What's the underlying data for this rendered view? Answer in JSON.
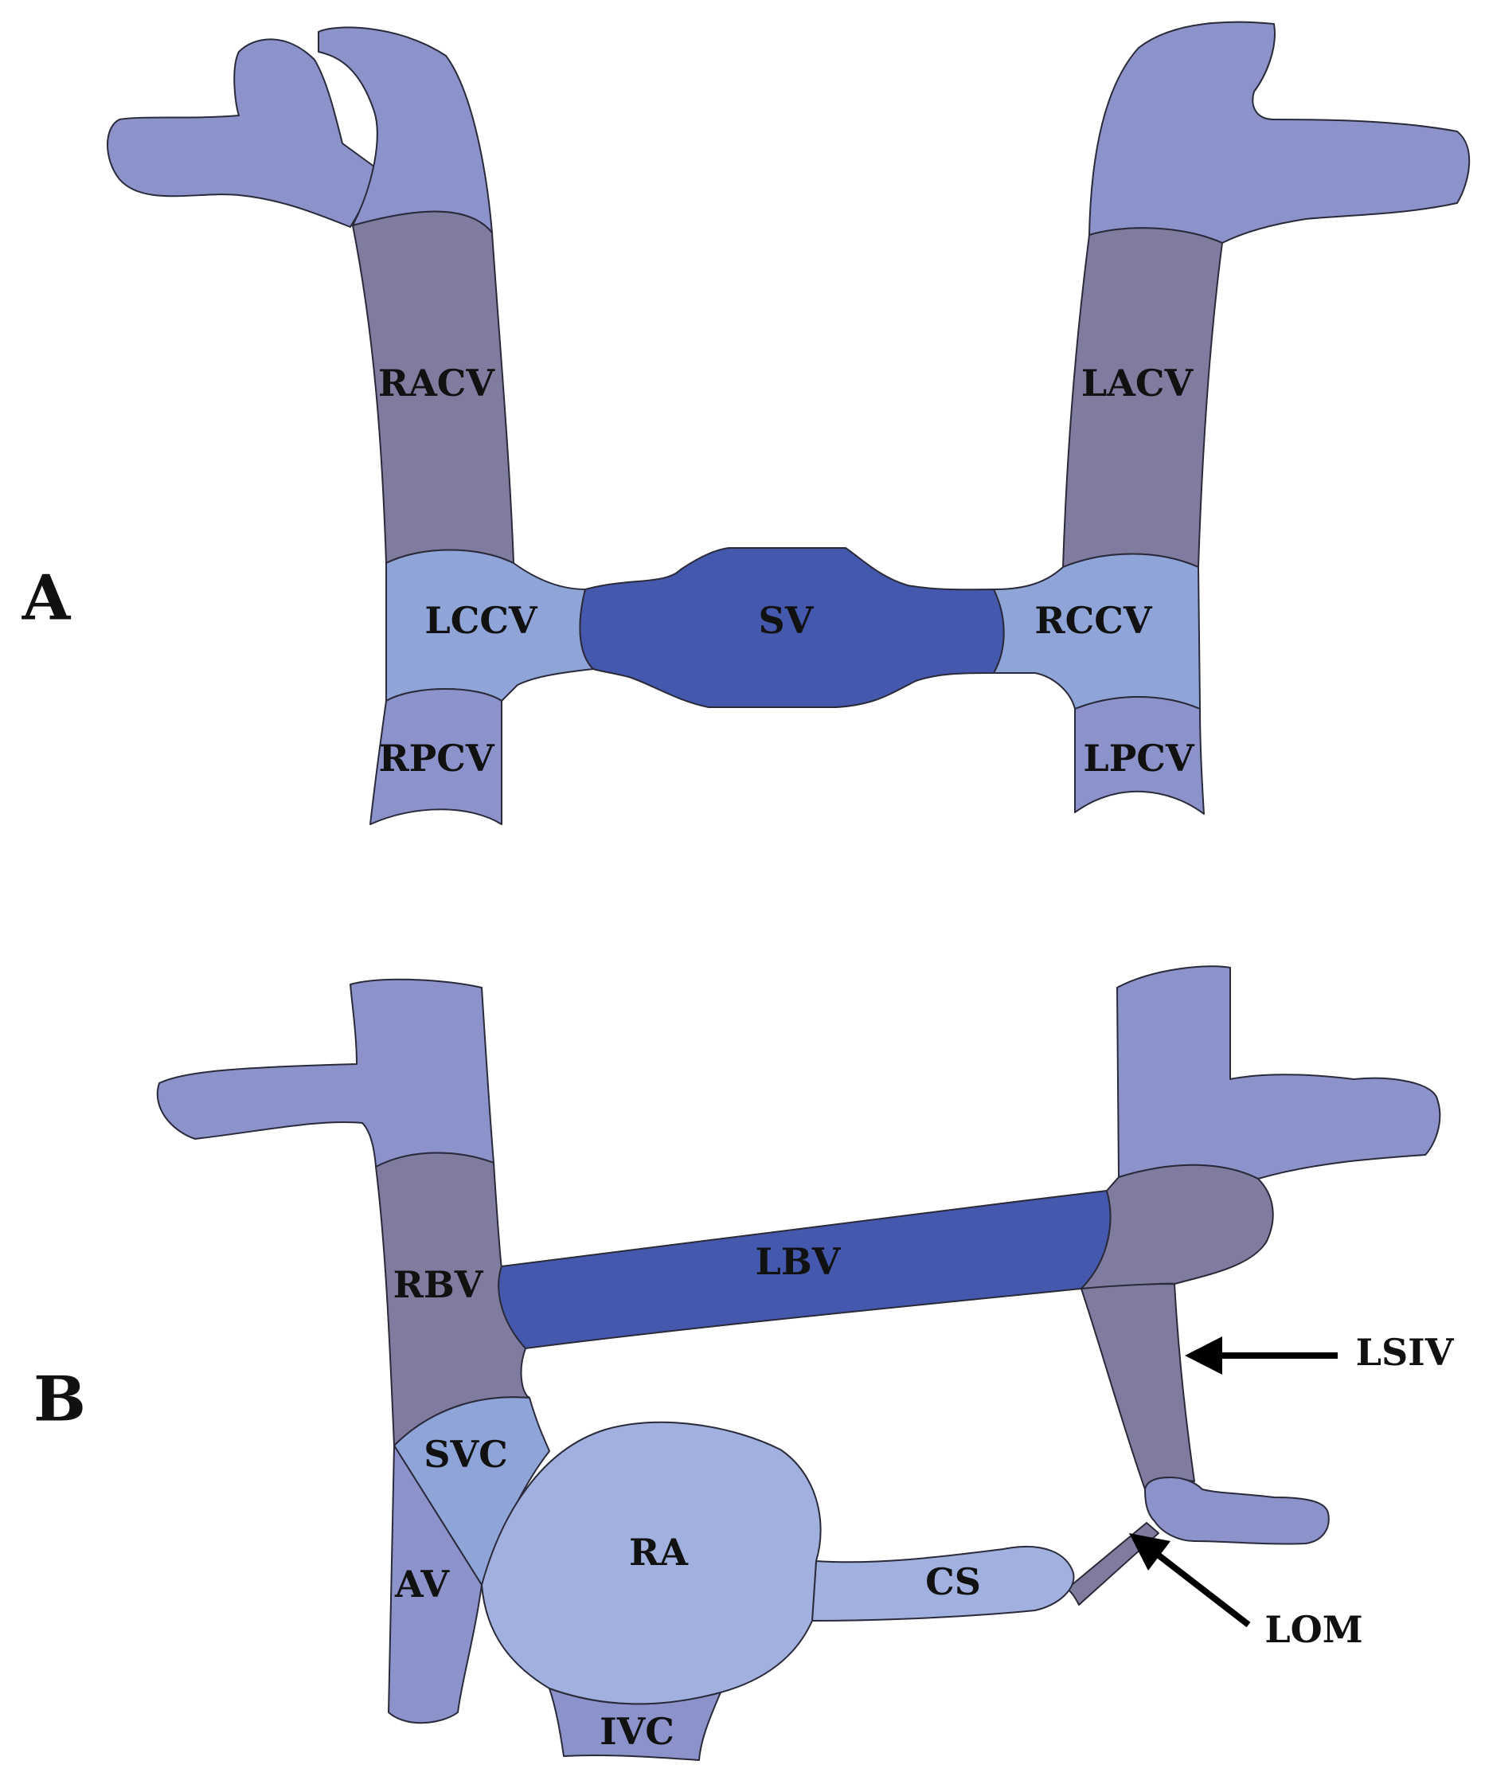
{
  "panels": {
    "a": {
      "label": "A"
    },
    "b": {
      "label": "B"
    }
  },
  "panel_a": {
    "racv": "RACV",
    "lacv": "LACV",
    "lccv": "LCCV",
    "sv": "SV",
    "rccv": "RCCV",
    "rpcv": "RPCV",
    "lpcv": "LPCV"
  },
  "panel_b": {
    "rbv": "RBV",
    "lbv": "LBV",
    "lsiv": "LSIV",
    "svc": "SVC",
    "ra": "RA",
    "av": "AV",
    "cs": "CS",
    "lom": "LOM",
    "ivc": "IVC"
  },
  "colors": {
    "light_purple": "#8c93cb",
    "dark_gray_purple": "#7f7ca0",
    "light_blue": "#8fa5d8",
    "dark_blue": "#4459ad",
    "pale_blue": "#a1b0de"
  }
}
